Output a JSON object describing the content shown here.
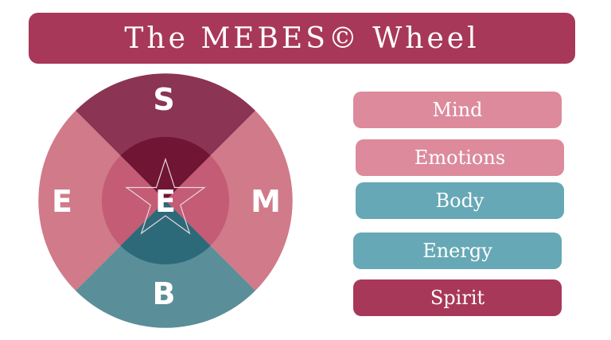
{
  "title": "The MEBES© Wheel",
  "colors": {
    "banner": "#a8385a",
    "pink_light": "#dc8a9c",
    "pink_outer": "#d07a8a",
    "pink_inner": "#c45c76",
    "crimson_outer": "#8b3454",
    "crimson_inner": "#701634",
    "teal_outer": "#5a8e98",
    "teal_inner": "#2c6a7a",
    "teal_button": "#66a8b6",
    "spirit_button": "#a8385a"
  },
  "wheel": {
    "top_letter": "S",
    "left_letter": "E",
    "right_letter": "M",
    "bottom_letter": "B",
    "center_letter": "E"
  },
  "legend": [
    {
      "label": "Mind",
      "color": "#dc8a9c"
    },
    {
      "label": "Emotions",
      "color": "#dc8a9c"
    },
    {
      "label": "Body",
      "color": "#66a8b6"
    },
    {
      "label": "Energy",
      "color": "#66a8b6"
    },
    {
      "label": "Spirit",
      "color": "#a8385a"
    }
  ]
}
